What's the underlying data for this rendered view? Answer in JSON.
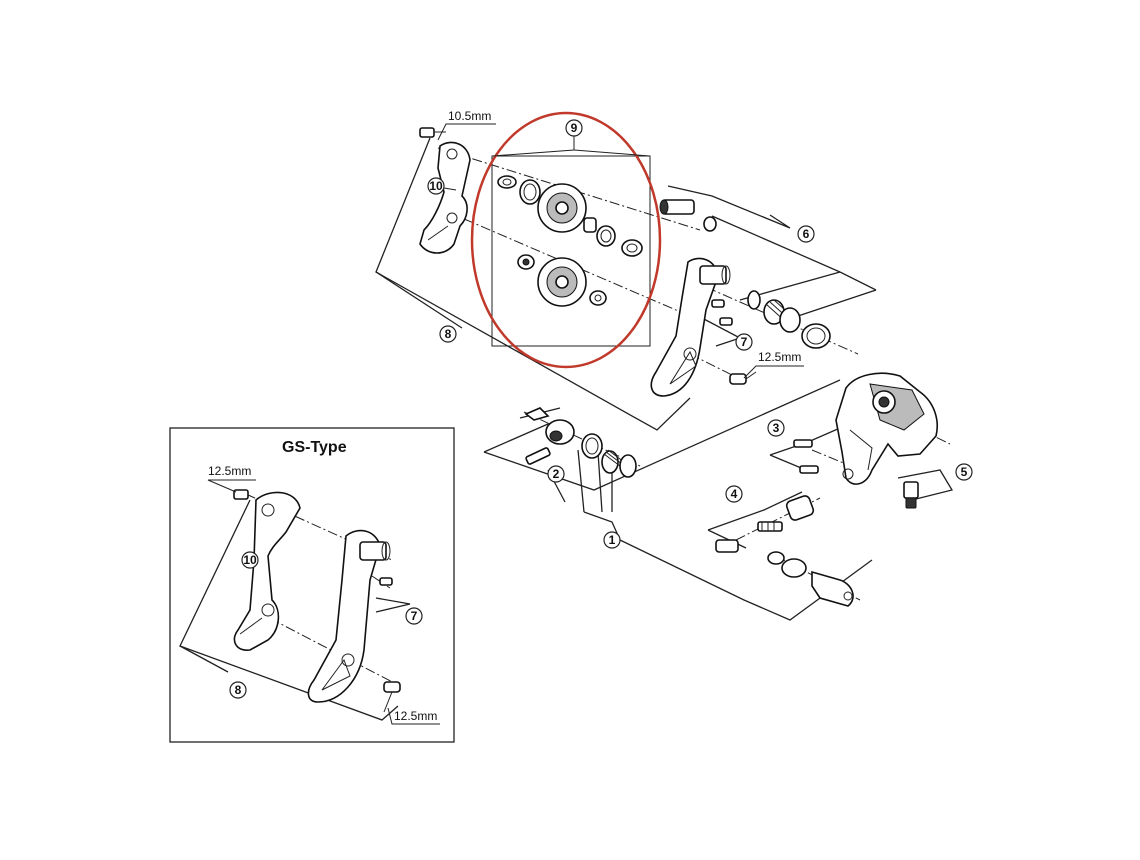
{
  "callouts": [
    "1",
    "2",
    "3",
    "4",
    "5",
    "6",
    "7",
    "8",
    "9",
    "10"
  ],
  "dimensions": {
    "top_pin": "10.5mm",
    "main_bolt": "12.5mm",
    "gs_top_pin": "12.5mm",
    "gs_bottom_bolt": "12.5mm"
  },
  "gs_box": {
    "title": "GS-Type"
  },
  "colors": {
    "highlight": "#c0392b",
    "line": "#222222",
    "background": "#ffffff"
  }
}
